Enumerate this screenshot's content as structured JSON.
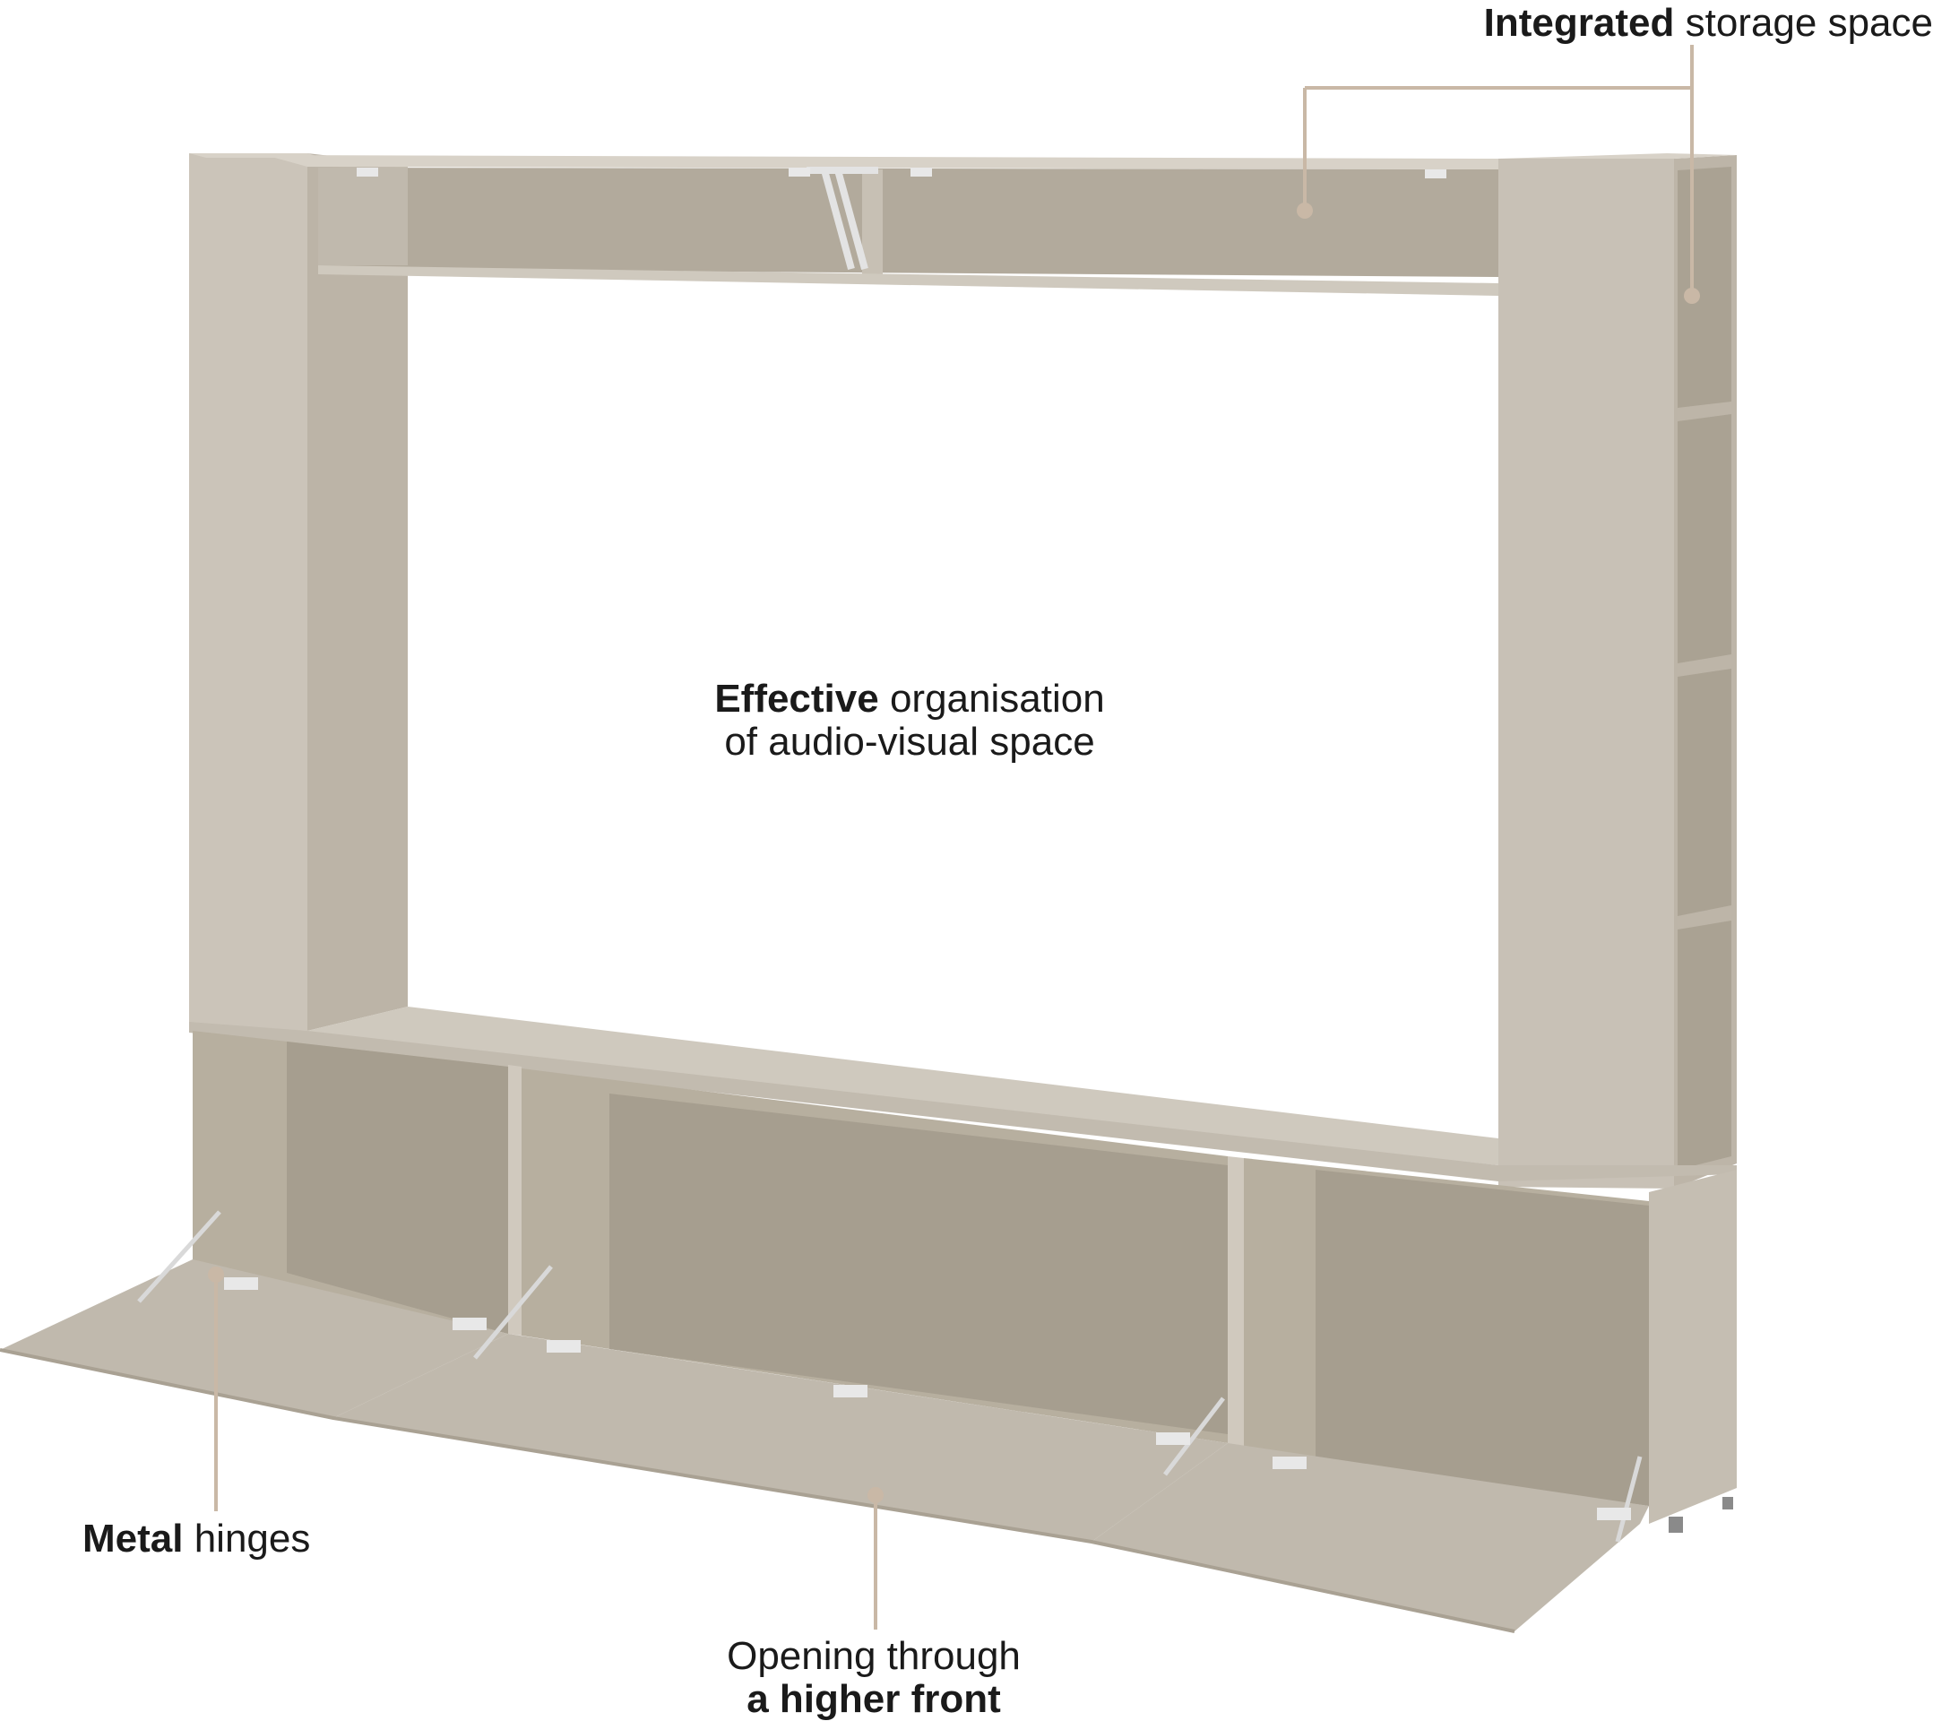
{
  "annotations": {
    "storage": {
      "bold": "Integrated",
      "rest": " storage space"
    },
    "effective": {
      "bold": "Effective",
      "rest_line1": " organisation",
      "line2": "of audio-visual space"
    },
    "hinges": {
      "bold": "Metal",
      "rest": " hinges"
    },
    "opening": {
      "line1": "Opening through",
      "bold_line2": "a higher front"
    }
  },
  "colors": {
    "panel": "#cbc4b9",
    "panel_light": "#d4cec4",
    "panel_dark": "#aca496",
    "interior_back": "#b9b1a4",
    "interior_shadow": "#9f9789",
    "edge": "#bfb8ac",
    "leader": "#c9b8a6",
    "text": "#1a1a1a",
    "hardware": "#e8e8e8"
  }
}
